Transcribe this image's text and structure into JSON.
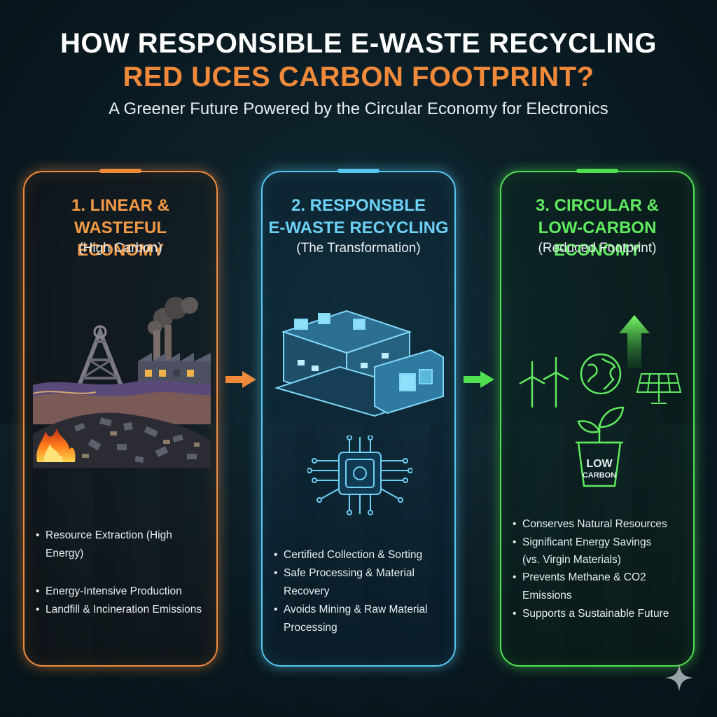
{
  "header": {
    "title_line1": "HOW RESPONSIBLE E-WASTE RECYCLING",
    "title_line2": "RED UCES CARBON FOOTPRINT?",
    "subtitle": "A Greener Future Powered by the Circular Economy for Electronics"
  },
  "panels": [
    {
      "title_line1": "1. LINEAR & WASTEFUL",
      "title_line2": "ECONOMY",
      "subtitle": "(High Carbon)",
      "icon": "mine-factory-landfill-icon",
      "color": "#ef8a3b",
      "bullets": [
        "Resource Extraction (High Energy)",
        "Energy-Intensive Production",
        "Landfill & Incineration Emissions"
      ]
    },
    {
      "title_line1": "2. RESPONSBLE",
      "title_line2": "E-WASTE RECYCLING",
      "subtitle": "(The Transformation)",
      "icon": "recycling-facility-chip-icon",
      "color": "#57c6f0",
      "bullets": [
        "Certified Collection & Sorting",
        "Safe Processing & Material Recovery",
        "Avoids Mining & Raw Material Processing"
      ]
    },
    {
      "title_line1": "3. CIRCULAR &",
      "title_line2": "LOW-CARBON ECONOMY",
      "subtitle": "(Reduced Footprint)",
      "icon": "renewable-energy-icon",
      "color": "#4fe04f",
      "badge_line1": "LOW",
      "badge_line2": "CARBON",
      "bullets": [
        "Conserves Natural Resources",
        "Significant Energy Savings",
        "(vs. Virgin Materials)",
        "Prevents Methane & CO2 Emissions",
        "Supports a Sustainable Future"
      ]
    }
  ]
}
